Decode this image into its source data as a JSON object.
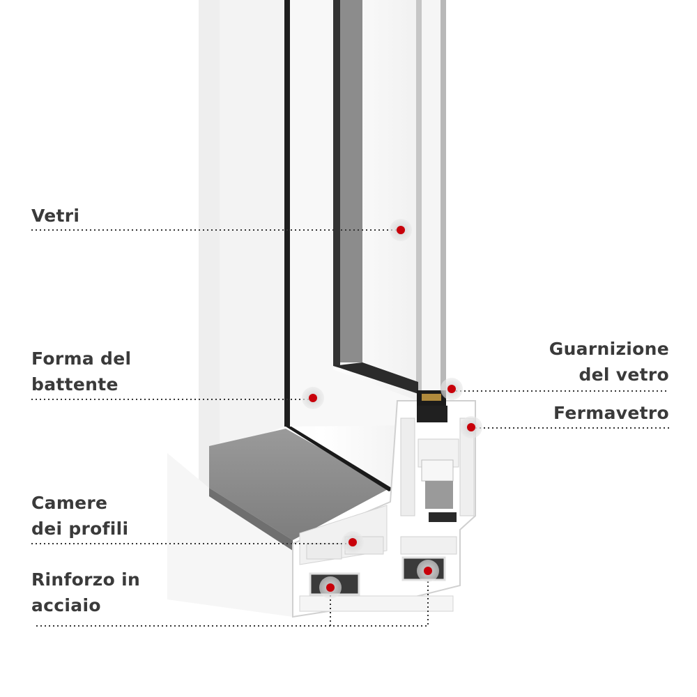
{
  "labels": {
    "vetri": [
      "Vetri"
    ],
    "forma_battente": [
      "Forma del",
      "battente"
    ],
    "camere_profili": [
      "Camere",
      "dei profili"
    ],
    "rinforzo_acciaio": [
      "Rinforzo in",
      "acciaio"
    ],
    "guarnizione_vetro": [
      "Guarnizione",
      "del vetro"
    ],
    "fermavetro": [
      "Fermavetro"
    ]
  },
  "colors": {
    "marker": "#c8000a",
    "marker_halo": "#d9d9d9",
    "label_text": "#3a3a3a",
    "leader_line": "#333333",
    "glass_spacer": "#1c1c1c",
    "sill": "#8a8a8a",
    "frame": "#f4f4f4"
  }
}
